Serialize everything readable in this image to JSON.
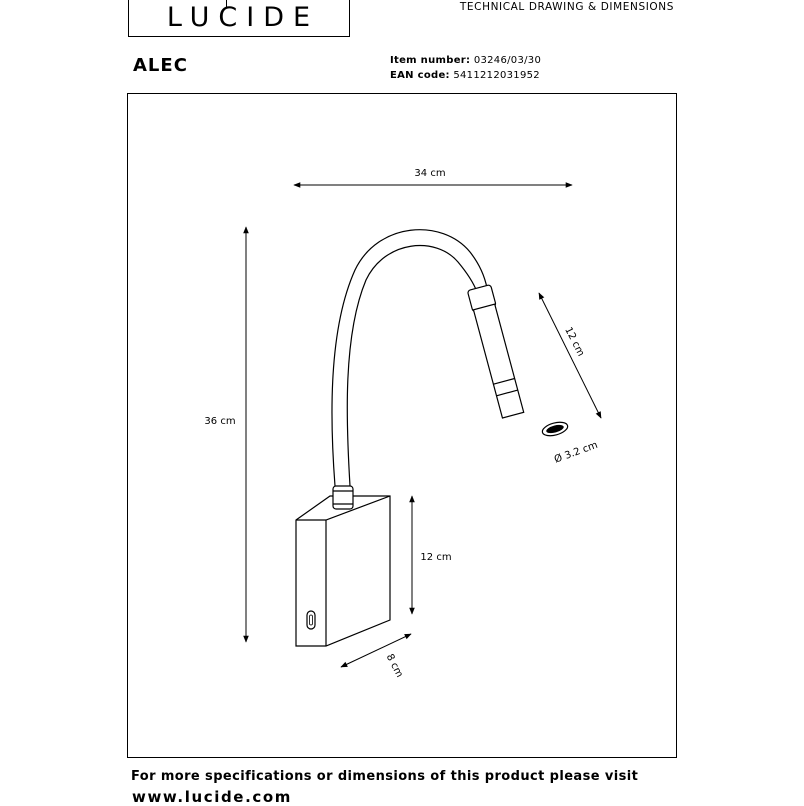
{
  "brand": {
    "logo_text": "LUCIDE"
  },
  "header": {
    "title": "TECHNICAL DRAWING & DIMENSIONS"
  },
  "product": {
    "name": "ALEC",
    "item_label": "Item number:",
    "item_value": "03246/03/30",
    "ean_label": "EAN code:",
    "ean_value": "5411212031952"
  },
  "dimensions": {
    "width": "34 cm",
    "height": "36 cm",
    "head_length": "12 cm",
    "head_diameter": "Ø 3.2 cm",
    "base_height": "12 cm",
    "base_depth": "8 cm"
  },
  "footer": {
    "text": "For more specifications or dimensions of this product please visit",
    "url": "www.lucide.com"
  }
}
